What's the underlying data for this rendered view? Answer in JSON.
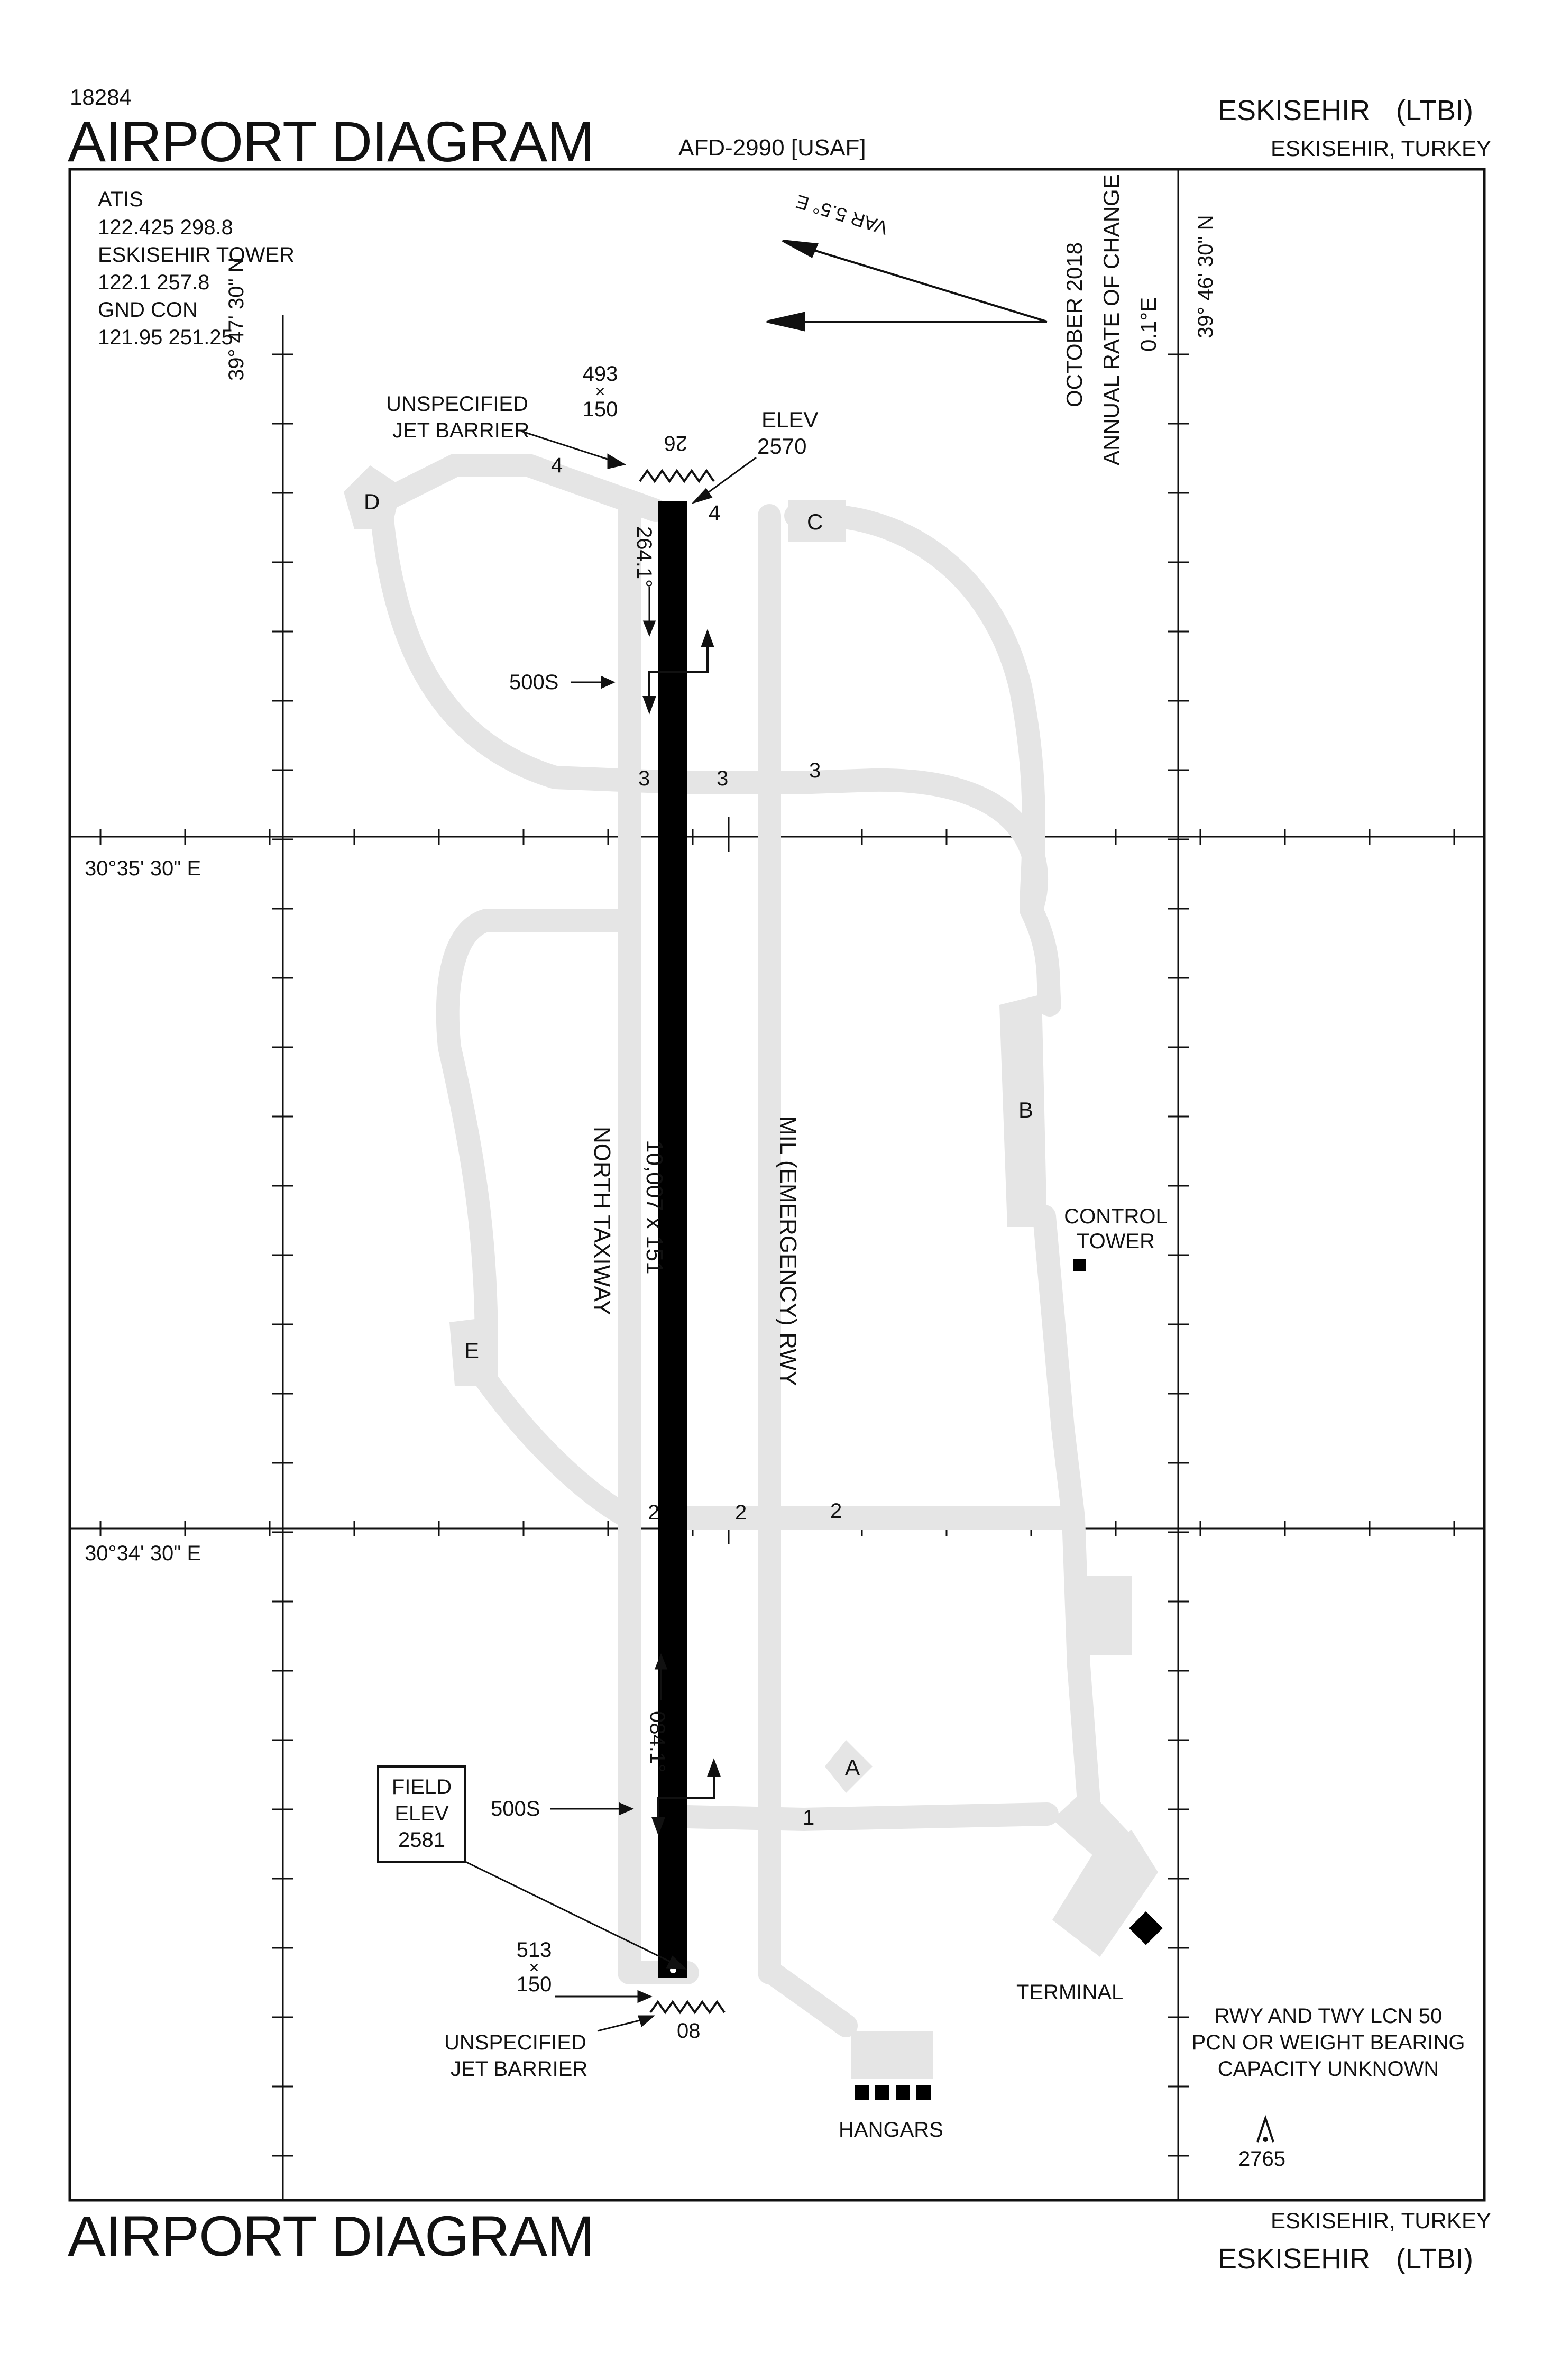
{
  "header": {
    "chart_number": "18284",
    "title": "AIRPORT DIAGRAM",
    "afd": "AFD-2990 [USAF]",
    "airport": "ESKISEHIR",
    "ident": "(LTBI)",
    "location": "ESKISEHIR, TURKEY"
  },
  "footer": {
    "title": "AIRPORT DIAGRAM",
    "location": "ESKISEHIR, TURKEY",
    "airport": "ESKISEHIR",
    "ident": "(LTBI)"
  },
  "comms": {
    "atis_label": "ATIS",
    "atis_freqs": "122.425  298.8",
    "tower_label": "ESKISEHIR TOWER",
    "tower_freqs": "122.1  257.8",
    "gnd_label": "GND CON",
    "gnd_freqs": "121.95  251.25"
  },
  "coordinates": {
    "lat_north": "39° 47' 30\" N",
    "lat_south": "39° 46' 30\" N",
    "lon_upper": "30°35' 30\" E",
    "lon_lower": "30°34' 30\" E"
  },
  "magnetic": {
    "variation": "VAR 5.5° E",
    "date": "OCTOBER 2018",
    "rate_label": "ANNUAL RATE OF CHANGE",
    "rate": "0.1°E"
  },
  "runway": {
    "dimensions": "10,007 x 151",
    "north_end": {
      "number": "26",
      "size_top": "493",
      "size_x": "×",
      "size_bottom": "150",
      "elev_label": "ELEV",
      "elev": "2570",
      "heading": "264.1°",
      "barrier_line1": "UNSPECIFIED",
      "barrier_line2": "JET BARRIER",
      "slope": "500S"
    },
    "south_end": {
      "number": "08",
      "size_top": "513",
      "size_x": "×",
      "size_bottom": "150",
      "heading": "084.1°",
      "barrier_line1": "UNSPECIFIED",
      "barrier_line2": "JET BARRIER",
      "slope": "500S"
    }
  },
  "field_elev": {
    "line1": "FIELD",
    "line2": "ELEV",
    "value": "2581"
  },
  "labels": {
    "north_taxiway": "NORTH TAXIWAY",
    "mil_rwy": "MIL (EMERGENCY) RWY",
    "control_tower_1": "CONTROL",
    "control_tower_2": "TOWER",
    "terminal": "TERMINAL",
    "hangars": "HANGARS"
  },
  "aprons": [
    "A",
    "B",
    "C",
    "D",
    "E"
  ],
  "taxiway_numbers": {
    "t1": "1",
    "t2": "2",
    "t3": "3",
    "t4": "4"
  },
  "notes": {
    "line1": "RWY AND TWY LCN 50",
    "line2": "PCN OR WEIGHT BEARING",
    "line3": "CAPACITY UNKNOWN",
    "obstacle_elev": "2765"
  },
  "colors": {
    "runway": "#000000",
    "taxiway": "#e5e5e5",
    "ink": "#111111"
  }
}
